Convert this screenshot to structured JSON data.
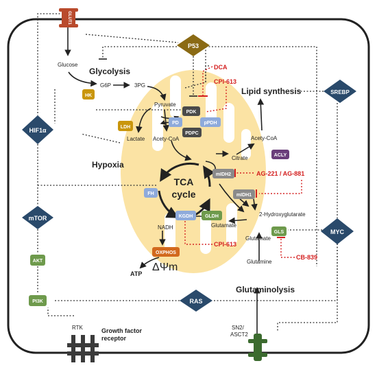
{
  "transporters": {
    "glut1": "GLUT1",
    "sn2_line1": "SN2/",
    "sn2_line2": "ASCT2",
    "rtk": "RTK",
    "gfr_line1": "Growth factor",
    "gfr_line2": "receptor"
  },
  "regulators": {
    "p53": "P53",
    "srebp": "SREBP",
    "hif1a": "HIF1α",
    "mtor": "mTOR",
    "myc": "MYC",
    "ras": "RAS"
  },
  "signaling": {
    "akt": "AKT",
    "pi3k": "PI3K"
  },
  "processes": {
    "glycolysis": "Glycolysis",
    "lipid_synthesis": "Lipid synthesis",
    "hypoxia": "Hypoxia",
    "glutaminolysis": "Glutaminolysis",
    "tca_line1": "TCA",
    "tca_line2": "cycle",
    "delta_psi": "ΔΨm",
    "atp": "ATP"
  },
  "metabolites": {
    "glucose": "Glucose",
    "g6p": "G6P",
    "3pg": "3PG",
    "pyruvate": "Pyruvate",
    "lactate": "Lactate",
    "acetyl_coa_mito": "Acety-CoA",
    "acetyl_coa_cyto": "Acety-CoA",
    "citrate": "Citrate",
    "nadh": "NADH",
    "glutamate_mito": "Glutamate",
    "glutamate_cyto": "Glutamate",
    "glutamine": "Glutamine",
    "two_hg": "2-Hydroxyglutarate"
  },
  "enzymes": {
    "hk": "HK",
    "ldh": "LDH",
    "pdk": "PDK",
    "pd": "PD",
    "ppdh": "pPDH",
    "pdpc": "PDPC",
    "acly": "ACLY",
    "midh2": "mIDH2",
    "midh1": "mIDH1",
    "fh": "FH",
    "kgdh": "KGDH",
    "gldh": "GLDH",
    "gls": "GLS",
    "oxphos": "OXPHOS"
  },
  "drugs": {
    "dca": "DCA",
    "cpi613_top": "CPI-613",
    "ag": "AG-221 / AG-881",
    "cpi613_bottom": "CPI-613",
    "cb839": "CB-839"
  },
  "colors": {
    "mito_fill": "#fbe3a4",
    "glut1": "#b94a2c",
    "transporter_dark": "#3b3b3b",
    "sn2": "#3c6b2f",
    "p53": "#8a6a14",
    "regulator_blue": "#2a4a6b",
    "signaling_green": "#6e9a4c",
    "hk_gold": "#c9960c",
    "enzyme_dark": "#4a4a4a",
    "enzyme_lightblue": "#8eaadb",
    "acly_purple": "#6a3d7a",
    "oxphos_orange": "#d2691e",
    "drug_red": "#d42020"
  }
}
